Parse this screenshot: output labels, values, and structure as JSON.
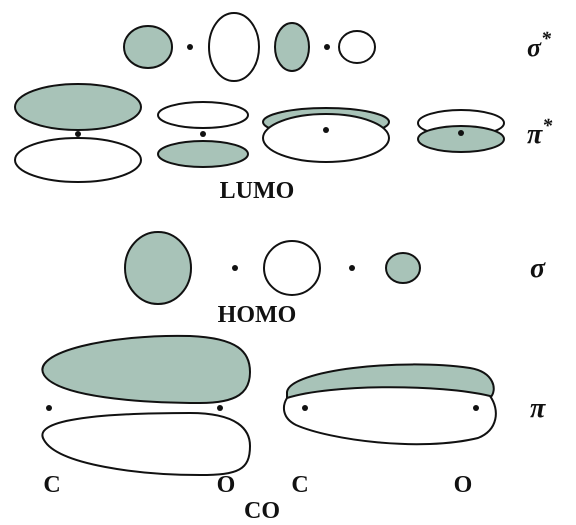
{
  "colors": {
    "shaded_lobe": "#a8c3b8",
    "outline": "#111111",
    "background": "#ffffff"
  },
  "labels": {
    "lumo": "LUMO",
    "homo": "HOMO",
    "molecule": "CO",
    "atom_c_left": "C",
    "atom_o_left": "O",
    "atom_c_right": "C",
    "atom_o_right": "O"
  },
  "orbitals": {
    "sigma_star": {
      "symbol": "σ",
      "superscript": "*"
    },
    "pi_star": {
      "symbol": "π",
      "superscript": "*"
    },
    "sigma": {
      "symbol": "σ"
    },
    "pi": {
      "symbol": "π"
    }
  }
}
